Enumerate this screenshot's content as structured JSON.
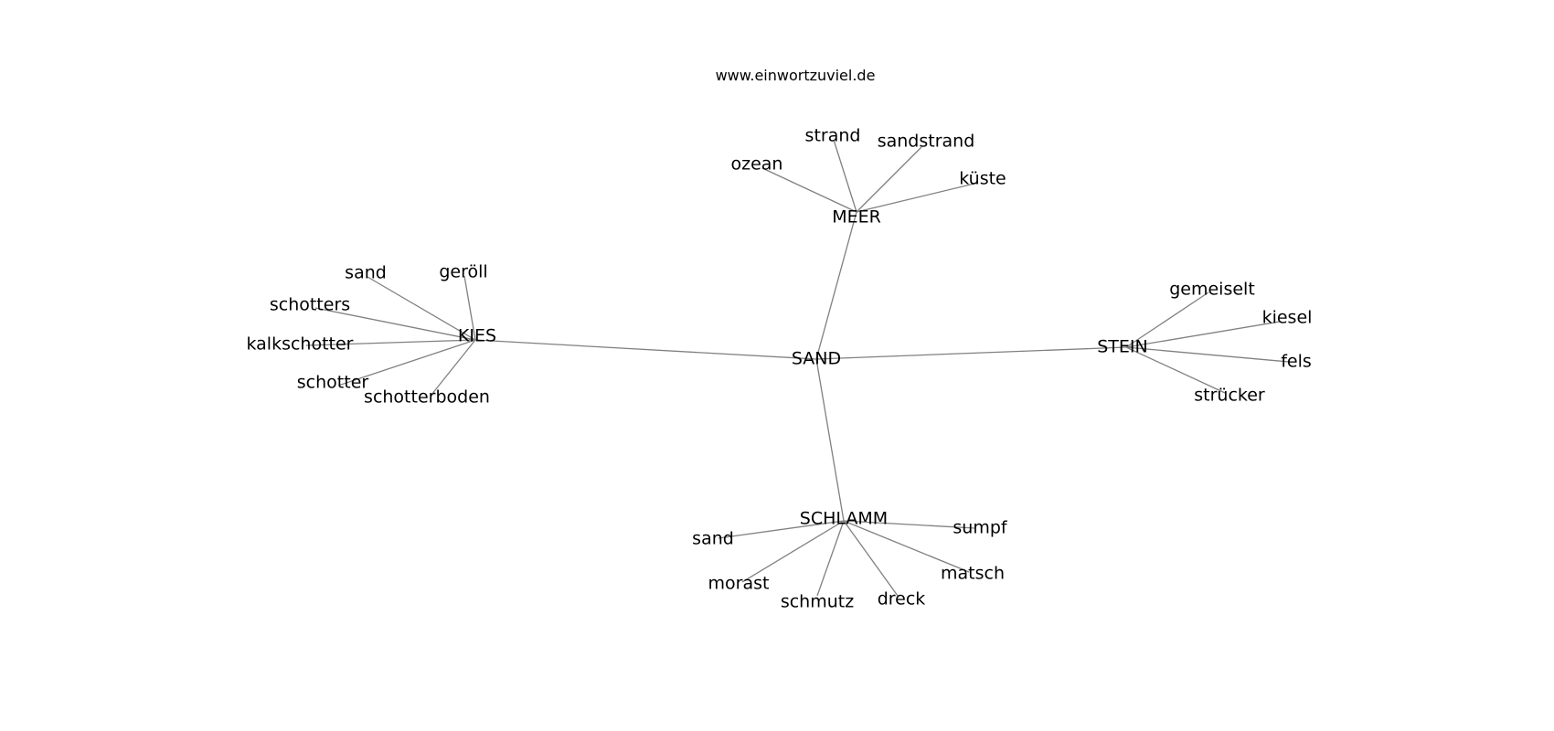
{
  "caption": "www.einwortzuviel.de",
  "colors": {
    "edge": "#808080",
    "text": "#000000",
    "background": "#ffffff"
  },
  "graph": {
    "center": {
      "id": "sand-center",
      "label": "SAND"
    },
    "hubs": [
      {
        "id": "meer",
        "label": "MEER",
        "leaves": [
          "ozean",
          "strand",
          "sandstrand",
          "küste"
        ]
      },
      {
        "id": "kies",
        "label": "KIES",
        "leaves": [
          "sand",
          "geröll",
          "schotters",
          "kalkschotter",
          "schotter",
          "schotterboden"
        ]
      },
      {
        "id": "stein",
        "label": "STEIN",
        "leaves": [
          "gemeiselt",
          "kiesel",
          "fels",
          "strücker"
        ]
      },
      {
        "id": "schlamm",
        "label": "SCHLAMM",
        "leaves": [
          "sand",
          "morast",
          "schmutz",
          "dreck",
          "matsch",
          "sumpf"
        ]
      }
    ]
  }
}
